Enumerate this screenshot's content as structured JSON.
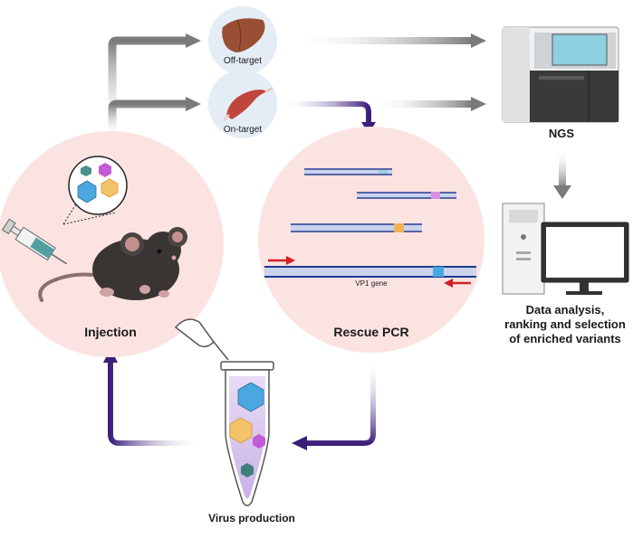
{
  "labels": {
    "off_target": "Off-target",
    "on_target": "On-target",
    "ngs": "NGS",
    "vp1_gene": "VP1 gene",
    "injection": "Injection",
    "rescue_pcr": "Rescue PCR",
    "virus_production": "Virus production",
    "data_analysis": [
      "Data analysis,",
      "ranking and selection",
      "of enriched variants"
    ]
  },
  "colors": {
    "grey_arrow": "#7a7a7a",
    "purple_arrow": "#3b1f7a",
    "pink_circle": "#fbe3e1",
    "organ_circle": "#e4ecf6",
    "dna_blue": "#1f3a93",
    "primer_red": "#d42027"
  }
}
